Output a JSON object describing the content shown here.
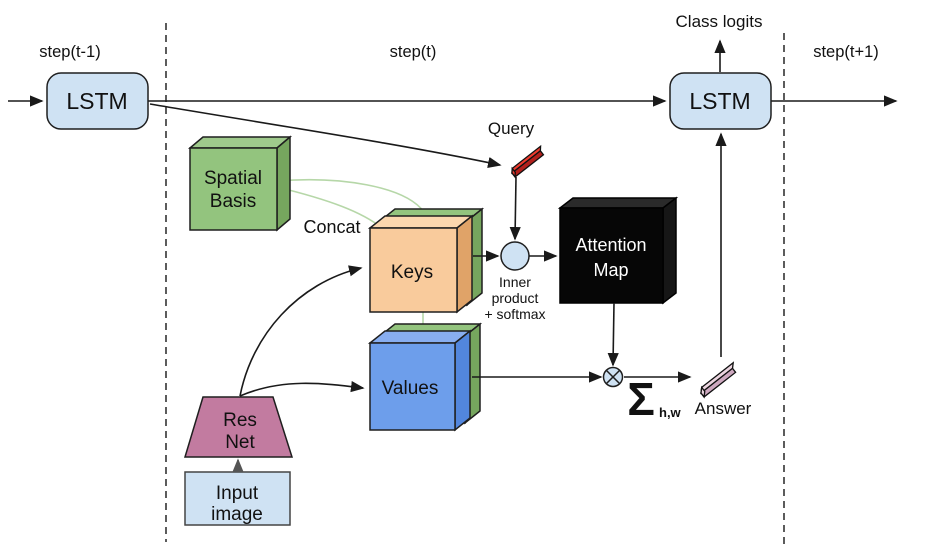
{
  "steps": {
    "prev": "step(t-1)",
    "current": "step(t)",
    "next": "step(t+1)"
  },
  "io": {
    "class_logits": "Class logits",
    "query": "Query",
    "answer": "Answer",
    "concat": "Concat"
  },
  "nodes": {
    "lstm_prev": "LSTM",
    "lstm_current": "LSTM",
    "spatial_basis": {
      "line1": "Spatial",
      "line2": "Basis"
    },
    "keys": "Keys",
    "values": "Values",
    "attention_map": {
      "line1": "Attention",
      "line2": "Map"
    },
    "resnet": {
      "line1": "Res",
      "line2": "Net"
    },
    "input_image": {
      "line1": "Input",
      "line2": "image"
    },
    "inner_product": {
      "line1": "Inner",
      "line2": "product",
      "line3": "+ softmax"
    },
    "sum": {
      "symbol": "Σ",
      "subscript": "h,w"
    }
  },
  "colors": {
    "lstm_fill": "#cfe2f3",
    "spatial_basis_green": "#93c47e",
    "keys_orange": "#f9cb9c",
    "values_blue": "#6d9eeb",
    "resnet_mauve": "#c27ba0",
    "query_red": "#ee3b2e",
    "answer_pink": "#ecd5e0",
    "attention_black": "#060606",
    "concat_link_green": "#b6d7a8"
  }
}
